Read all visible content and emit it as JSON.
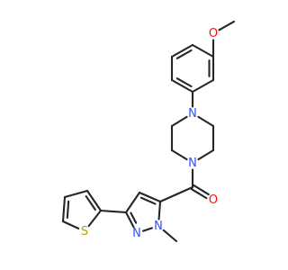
{
  "molecule": {
    "colors": {
      "bond": "#262626",
      "oxygen": "#ff0d0d",
      "nitrogen": "#3050f8",
      "sulfur": "#b8a000",
      "background": "#ffffff"
    },
    "atoms": {
      "o_methoxy": "O",
      "n_piperazine_top": "N",
      "n_piperazine_bottom": "N",
      "o_carbonyl": "O",
      "n_pyrazole_left": "N",
      "n_pyrazole_methyl": "N",
      "s_thiophene": "S"
    }
  }
}
